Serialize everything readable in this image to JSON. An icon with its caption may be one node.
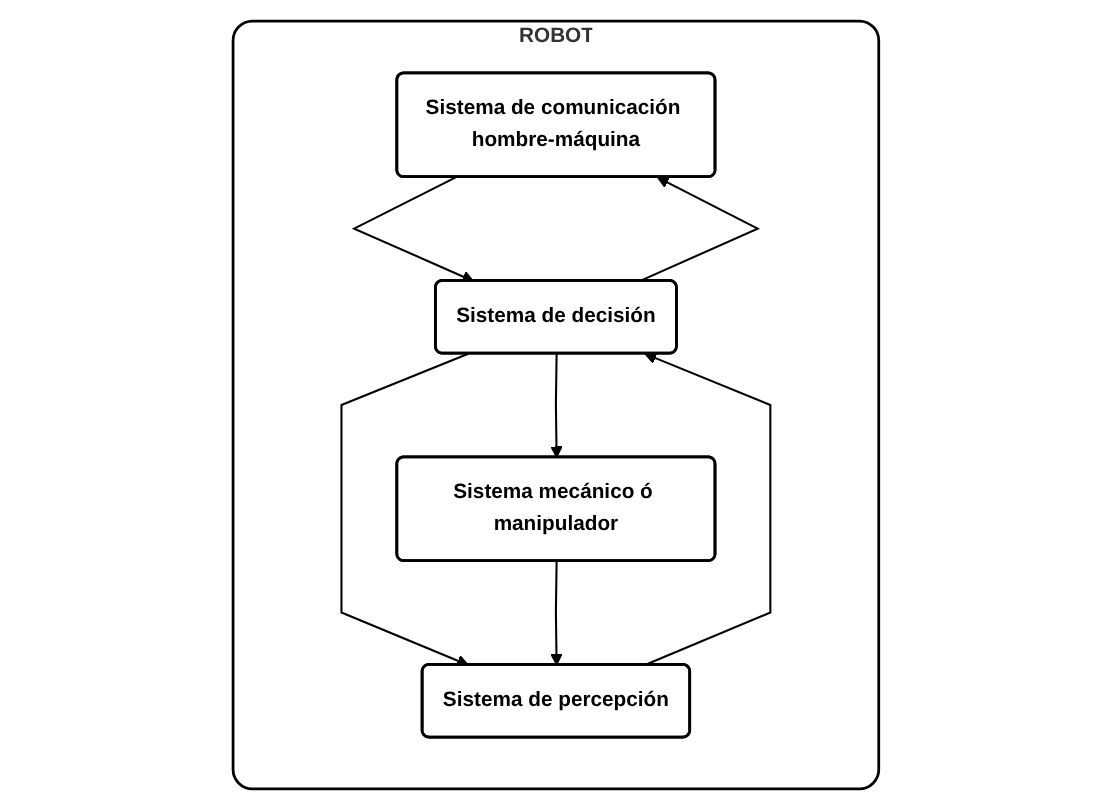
{
  "diagram": {
    "nodes": [
      {
        "text": [
          "ROBOT"
        ]
      },
      {
        "text": [
          "Sistema de comunicación hombre-máquina"
        ],
        "in": 0
      },
      {
        "text": [
          "Sistema de decisión"
        ],
        "in": 0
      },
      {
        "text": [
          "Sistema de percepción"
        ],
        "in": 0
      },
      {
        "text": [
          "Sistema mecánico ó manipulador"
        ],
        "in": 0
      }
    ],
    "edges": [
      {
        "from": 2,
        "to": 1,
        "arrow": "to"
      },
      {
        "from": 1,
        "to": 2,
        "arrow": "to"
      },
      {
        "from": 2,
        "to": 3,
        "arrow": "to"
      },
      {
        "from": 3,
        "to": 2,
        "arrow": "to"
      },
      {
        "from": 2,
        "to": 4,
        "arrow": "to"
      },
      {
        "from": 4,
        "to": 3,
        "arrow": "to"
      }
    ]
  }
}
